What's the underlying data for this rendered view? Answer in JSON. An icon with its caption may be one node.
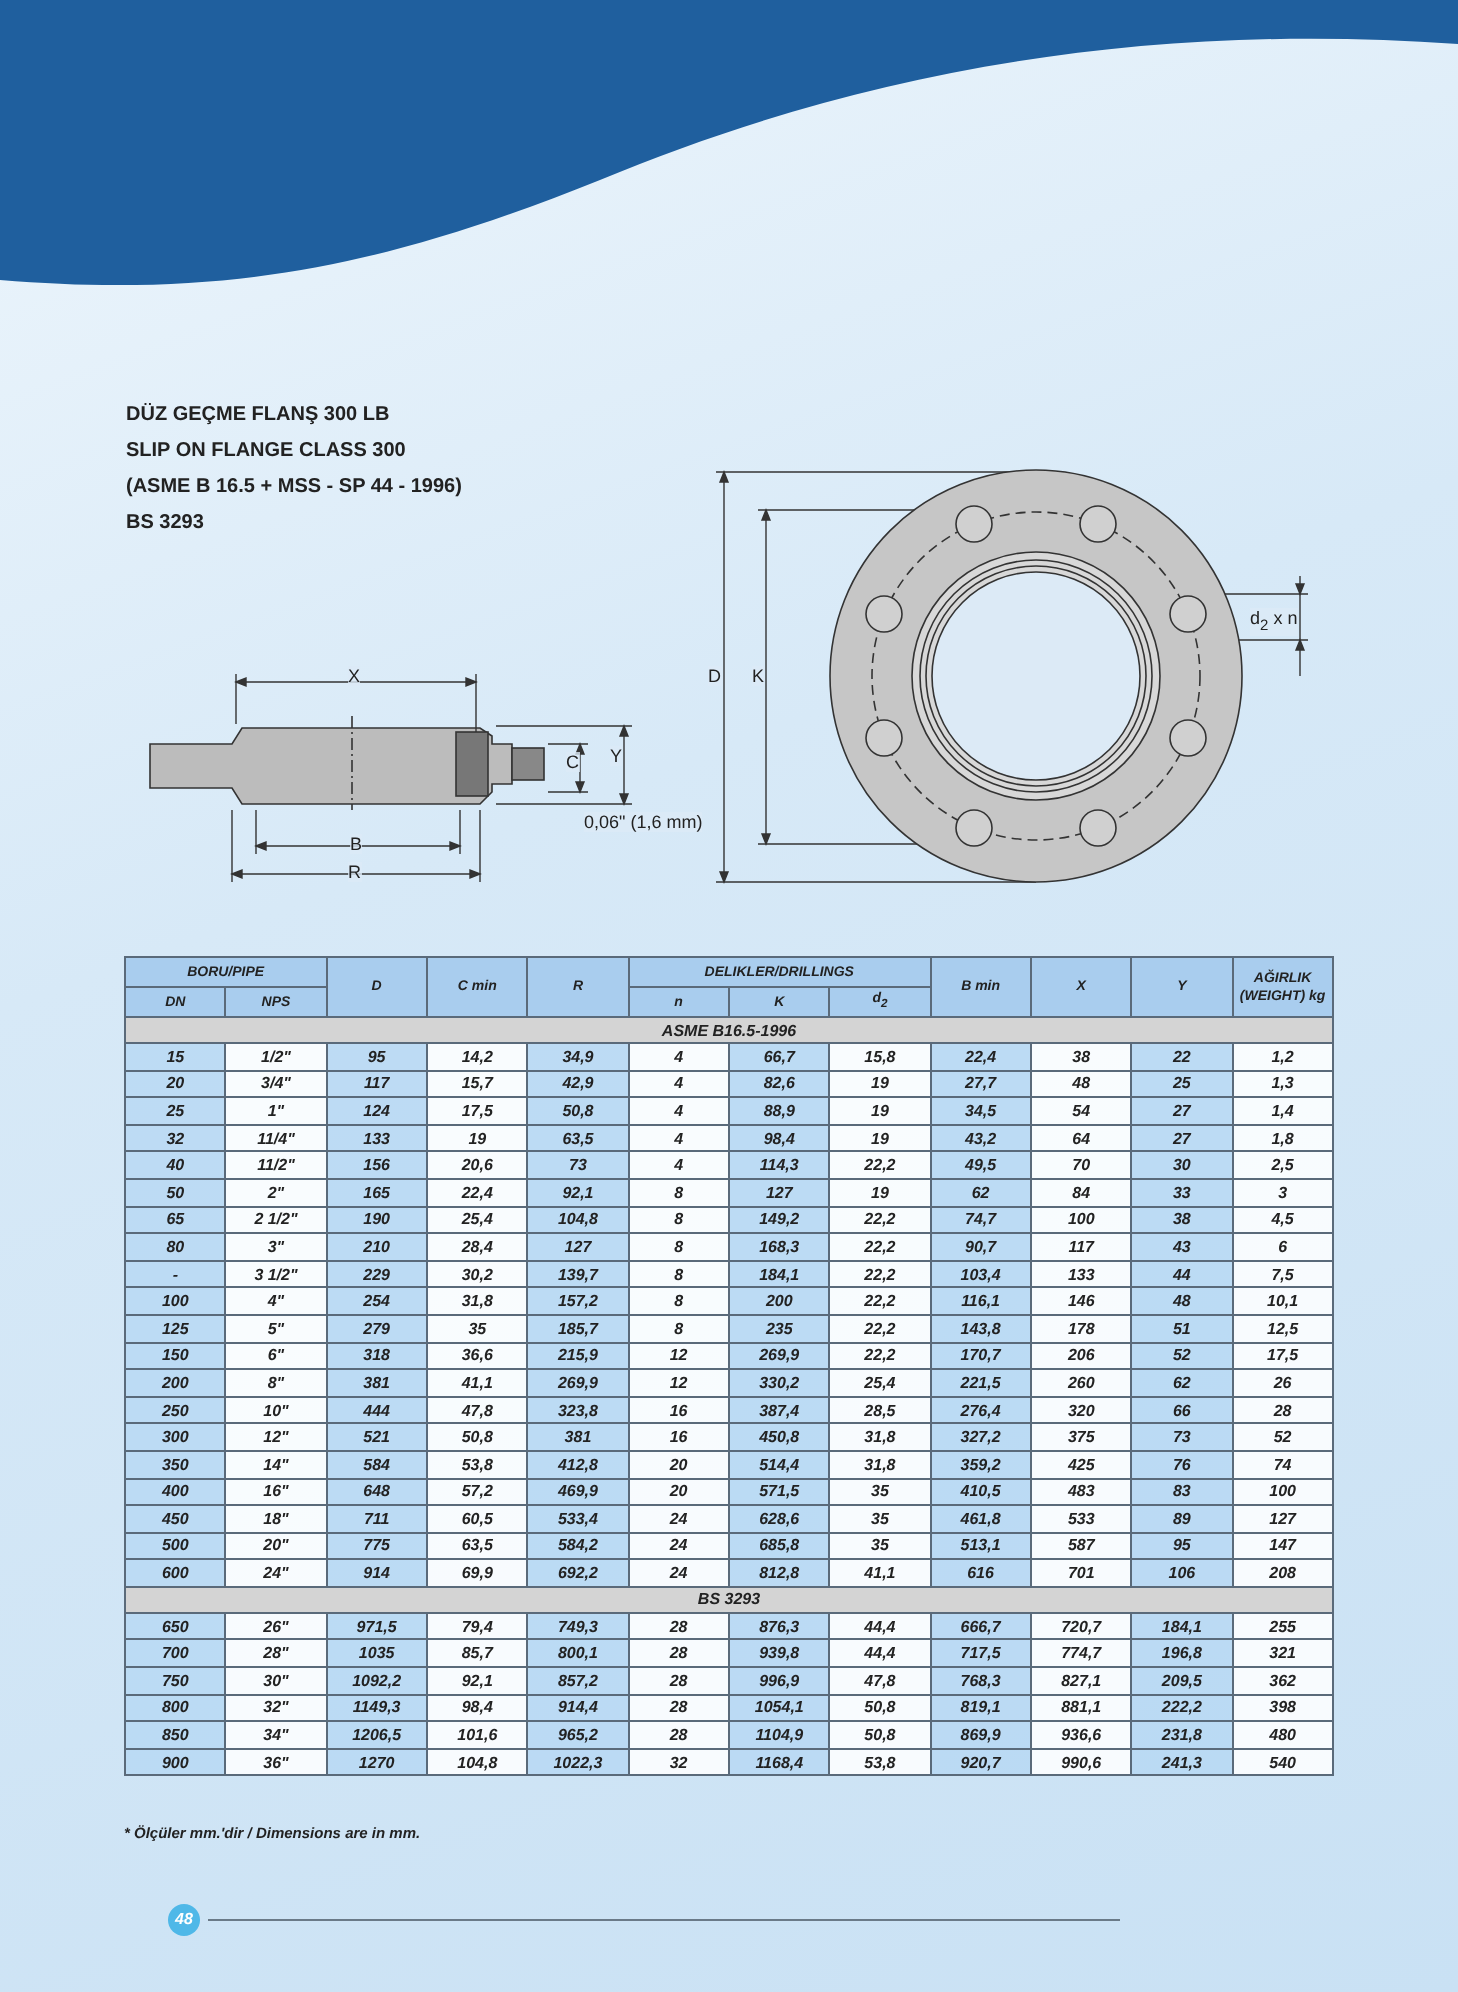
{
  "diagram": {
    "title": "DÜZ GEÇME FLANŞ 300 LB",
    "labels": [
      "SLIP ON FLANGE CLASS 300",
      "(ASME B 16.5 + MSS - SP 44 - 1996)",
      "BS 3293",
      "X",
      "C",
      "Y",
      "B",
      "R",
      "0,06\" (1,6 mm)",
      "D",
      "K",
      "d$_{2}$ x n",
      "BORU/PIPE",
      "D",
      "C min",
      "R",
      "DELIKLER/DRILLINGS",
      "B min",
      "X",
      "Y",
      "AĞIRLIK (WEIGHT) kg",
      "DN",
      "NPS",
      "n",
      "K",
      "d$_{2}$",
      "ASME B16.5-1996",
      "15",
      "1/2\"",
      "95",
      "14,2",
      "34,9",
      "4",
      "66,7",
      "15,8",
      "22,4",
      "38",
      "22",
      "1,2",
      "20",
      "3/4\"",
      "117",
      "15,7",
      "42,9",
      "4",
      "82,6",
      "19",
      "27,7",
      "48",
      "25",
      "1,3",
      "25",
      "1\"",
      "124",
      "17,5",
      "50,8",
      "4",
      "88,9",
      "19",
      "34,5",
      "54",
      "27",
      "1,4",
      "32",
      "11/4\"",
      "133",
      "19",
      "63,5",
      "4",
      "98,4",
      "19",
      "43,2",
      "64",
      "27",
      "1,8",
      "40",
      "11/2\"",
      "156",
      "20,6",
      "73",
      "4",
      "114,3",
      "22,2",
      "49,5",
      "70",
      "30",
      "2,5",
      "50",
      "2\"",
      "165",
      "22,4",
      "92,1",
      "8",
      "127",
      "19",
      "62",
      "84",
      "33",
      "3",
      "65",
      "2 1/2\"",
      "190",
      "25,4",
      "104,8",
      "8",
      "149,2",
      "22,2",
      "74,7",
      "100",
      "38",
      "4,5",
      "80",
      "3\"",
      "210",
      "28,4",
      "127",
      "8",
      "168,3",
      "22,2",
      "90,7",
      "117",
      "43",
      "6",
      "-",
      "3 1/2\"",
      "229",
      "30,2",
      "139,7",
      "8",
      "184,1",
      "22,2",
      "103,4",
      "133",
      "44",
      "7,5",
      "100",
      "4\"",
      "254",
      "31,8",
      "157,2",
      "8",
      "200",
      "22,2",
      "116,1",
      "146",
      "48",
      "10,1",
      "125",
      "5\"",
      "279",
      "35",
      "185,7",
      "8",
      "235",
      "22,2",
      "143,8",
      "178",
      "51",
      "12,5",
      "150",
      "6\"",
      "318",
      "36,6",
      "215,9",
      "12",
      "269,9",
      "22,2",
      "170,7",
      "206",
      "52",
      "17,5",
      "200",
      "8\"",
      "381",
      "41,1",
      "269,9",
      "12",
      "330,2",
      "25,4",
      "221,5",
      "260",
      "62",
      "26",
      "250",
      "10\"",
      "444",
      "47,8",
      "323,8",
      "16",
      "387,4",
      "28,5",
      "276,4",
      "320",
      "66",
      "28",
      "300",
      "12\"",
      "521",
      "50,8",
      "381",
      "16",
      "450,8",
      "31,8",
      "327,2",
      "375",
      "73",
      "52",
      "350",
      "14\"",
      "584",
      "53,8",
      "412,8",
      "20",
      "514,4",
      "31,8",
      "359,2",
      "425",
      "76",
      "74",
      "400",
      "16\"",
      "648",
      "57,2",
      "469,9",
      "20",
      "571,5",
      "35",
      "410,5",
      "483",
      "83",
      "100",
      "450",
      "18\"",
      "711",
      "60,5",
      "533,4",
      "24",
      "628,6",
      "35",
      "461,8",
      "533",
      "89",
      "127",
      "500",
      "20\"",
      "775",
      "63,5",
      "584,2",
      "24",
      "685,8",
      "35",
      "513,1",
      "587",
      "95",
      "147",
      "600",
      "24\"",
      "914",
      "69,9",
      "692,2",
      "24",
      "812,8",
      "41,1",
      "616",
      "701",
      "106",
      "208",
      "BS 3293",
      "650",
      "26\"",
      "971,5",
      "79,4",
      "749,3",
      "28",
      "876,3",
      "44,4",
      "666,7",
      "720,7",
      "184,1",
      "255",
      "700",
      "28\"",
      "1035",
      "85,7",
      "800,1",
      "28",
      "939,8",
      "44,4",
      "717,5",
      "774,7",
      "196,8",
      "321",
      "750",
      "30\"",
      "1092,2",
      "92,1",
      "857,2",
      "28",
      "996,9",
      "47,8",
      "768,3",
      "827,1",
      "209,5",
      "362",
      "800",
      "32\"",
      "1149,3",
      "98,4",
      "914,4",
      "28",
      "1054,1",
      "50,8",
      "819,1",
      "881,1",
      "222,2",
      "398",
      "850",
      "34\"",
      "1206,5",
      "101,6",
      "965,2",
      "28",
      "1104,9",
      "50,8",
      "869,9",
      "936,6",
      "231,8",
      "480",
      "900",
      "36\"",
      "1270",
      "104,8",
      "1022,3",
      "32",
      "1168,4",
      "53,8",
      "920,7",
      "990,6",
      "241,3",
      "540",
      "* Ölçüler mm.'dir / Dimensions are in mm.",
      "48"
    ]
  }
}
